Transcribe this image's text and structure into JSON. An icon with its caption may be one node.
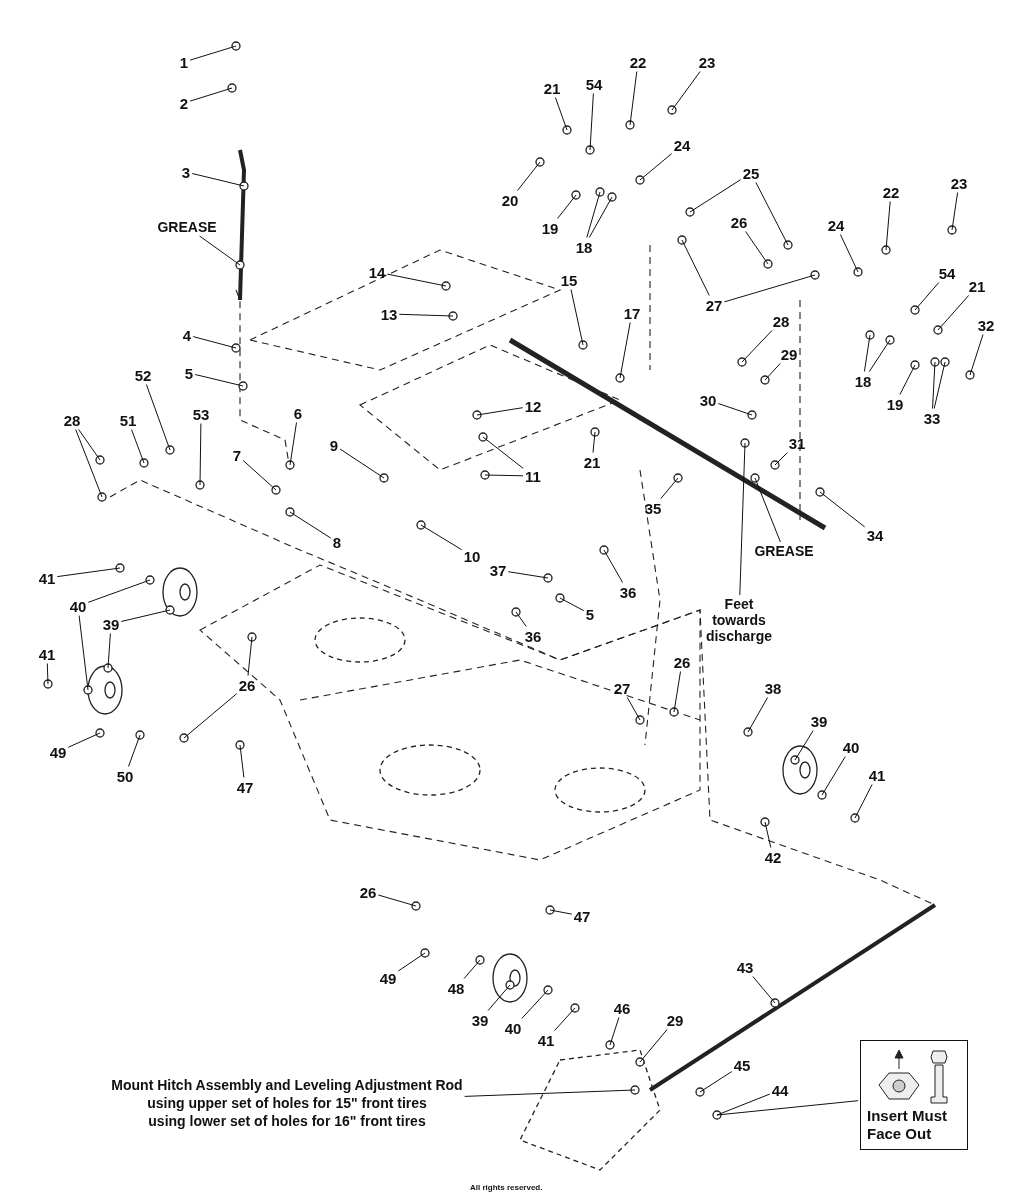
{
  "diagram": {
    "nodes": [
      {
        "text": [
          "1"
        ]
      },
      {
        "text": [
          "2"
        ]
      },
      {
        "text": [
          "3"
        ]
      },
      {
        "text": [
          "GREASE"
        ]
      },
      {
        "text": [
          "4"
        ]
      },
      {
        "text": [
          "5"
        ]
      },
      {
        "text": [
          "52"
        ]
      },
      {
        "text": [
          "28"
        ]
      },
      {
        "text": [
          "51"
        ]
      },
      {
        "text": [
          "53"
        ]
      },
      {
        "text": [
          "6"
        ]
      },
      {
        "text": [
          "7"
        ]
      },
      {
        "text": [
          "8"
        ]
      },
      {
        "text": [
          "9"
        ]
      },
      {
        "text": [
          "10"
        ]
      },
      {
        "text": [
          "14"
        ]
      },
      {
        "text": [
          "13"
        ]
      },
      {
        "text": [
          "12"
        ]
      },
      {
        "text": [
          "11"
        ]
      },
      {
        "text": [
          "15"
        ]
      },
      {
        "text": [
          "17"
        ]
      },
      {
        "text": [
          "20"
        ]
      },
      {
        "text": [
          "21"
        ]
      },
      {
        "text": [
          "54"
        ]
      },
      {
        "text": [
          "22"
        ]
      },
      {
        "text": [
          "23"
        ]
      },
      {
        "text": [
          "24"
        ]
      },
      {
        "text": [
          "19"
        ]
      },
      {
        "text": [
          "18"
        ]
      },
      {
        "text": [
          "25"
        ]
      },
      {
        "text": [
          "26"
        ]
      },
      {
        "text": [
          "27"
        ]
      },
      {
        "text": [
          "22"
        ]
      },
      {
        "text": [
          "23"
        ]
      },
      {
        "text": [
          "24"
        ]
      },
      {
        "text": [
          "54"
        ]
      },
      {
        "text": [
          "21"
        ]
      },
      {
        "text": [
          "32"
        ]
      },
      {
        "text": [
          "18"
        ]
      },
      {
        "text": [
          "19"
        ]
      },
      {
        "text": [
          "33"
        ]
      },
      {
        "text": [
          "28"
        ]
      },
      {
        "text": [
          "29"
        ]
      },
      {
        "text": [
          "30"
        ]
      },
      {
        "text": [
          "21"
        ]
      },
      {
        "text": [
          "31"
        ]
      },
      {
        "text": [
          "35"
        ]
      },
      {
        "text": [
          "GREASE"
        ]
      },
      {
        "text": [
          "34"
        ]
      },
      {
        "text": [
          "Feet towards discharge"
        ]
      },
      {
        "text": [
          "37"
        ]
      },
      {
        "text": [
          "36"
        ]
      },
      {
        "text": [
          "5"
        ]
      },
      {
        "text": [
          "36"
        ]
      },
      {
        "text": [
          "41"
        ]
      },
      {
        "text": [
          "40"
        ]
      },
      {
        "text": [
          "39"
        ]
      },
      {
        "text": [
          "41"
        ]
      },
      {
        "text": [
          "49"
        ]
      },
      {
        "text": [
          "50"
        ]
      },
      {
        "text": [
          "26"
        ]
      },
      {
        "text": [
          "47"
        ]
      },
      {
        "text": [
          "27"
        ]
      },
      {
        "text": [
          "26"
        ]
      },
      {
        "text": [
          "38"
        ]
      },
      {
        "text": [
          "39"
        ]
      },
      {
        "text": [
          "40"
        ]
      },
      {
        "text": [
          "41"
        ]
      },
      {
        "text": [
          "42"
        ]
      },
      {
        "text": [
          "26"
        ]
      },
      {
        "text": [
          "47"
        ]
      },
      {
        "text": [
          "49"
        ]
      },
      {
        "text": [
          "48"
        ]
      },
      {
        "text": [
          "39"
        ]
      },
      {
        "text": [
          "40"
        ]
      },
      {
        "text": [
          "41"
        ]
      },
      {
        "text": [
          "46"
        ]
      },
      {
        "text": [
          "29"
        ]
      },
      {
        "text": [
          "43"
        ]
      },
      {
        "text": [
          "45"
        ]
      },
      {
        "text": [
          "44"
        ]
      },
      {
        "text": [
          "Insert Must Face Out"
        ]
      },
      {
        "text": [
          "Mount Hitch Assembly and Leveling Adjustment Rod",
          "using upper set of holes for 15\" front tires",
          "using lower set of holes for 16\" front tires"
        ]
      }
    ],
    "edges": [
      {
        "from": 0,
        "to": null,
        "arrow": "none"
      },
      {
        "from": 1,
        "to": null,
        "arrow": "none"
      },
      {
        "from": 2,
        "to": null,
        "arrow": "none"
      },
      {
        "from": 3,
        "to": null,
        "arrow": "none"
      },
      {
        "from": 4,
        "to": null,
        "arrow": "none"
      },
      {
        "from": 5,
        "to": null,
        "arrow": "none"
      },
      {
        "from": 6,
        "to": null,
        "arrow": "none"
      },
      {
        "from": 7,
        "to": null,
        "arrow": "none"
      },
      {
        "from": 7,
        "to": null,
        "arrow": "none"
      },
      {
        "from": 8,
        "to": null,
        "arrow": "none"
      },
      {
        "from": 9,
        "to": null,
        "arrow": "none"
      },
      {
        "from": 10,
        "to": null,
        "arrow": "none"
      },
      {
        "from": 11,
        "to": null,
        "arrow": "none"
      },
      {
        "from": 12,
        "to": null,
        "arrow": "none"
      },
      {
        "from": 13,
        "to": null,
        "arrow": "none"
      },
      {
        "from": 14,
        "to": null,
        "arrow": "none"
      },
      {
        "from": 15,
        "to": null,
        "arrow": "none"
      },
      {
        "from": 16,
        "to": null,
        "arrow": "none"
      },
      {
        "from": 17,
        "to": null,
        "arrow": "none"
      },
      {
        "from": 18,
        "to": null,
        "arrow": "none"
      },
      {
        "from": 18,
        "to": null,
        "arrow": "none"
      },
      {
        "from": 19,
        "to": null,
        "arrow": "none"
      },
      {
        "from": 20,
        "to": null,
        "arrow": "none"
      },
      {
        "from": 21,
        "to": null,
        "arrow": "none"
      },
      {
        "from": 22,
        "to": null,
        "arrow": "none"
      },
      {
        "from": 23,
        "to": null,
        "arrow": "none"
      },
      {
        "from": 24,
        "to": null,
        "arrow": "none"
      },
      {
        "from": 25,
        "to": null,
        "arrow": "none"
      },
      {
        "from": 26,
        "to": null,
        "arrow": "none"
      },
      {
        "from": 27,
        "to": null,
        "arrow": "none"
      },
      {
        "from": 28,
        "to": null,
        "arrow": "none"
      },
      {
        "from": 28,
        "to": null,
        "arrow": "none"
      },
      {
        "from": 29,
        "to": null,
        "arrow": "none"
      },
      {
        "from": 29,
        "to": null,
        "arrow": "none"
      },
      {
        "from": 30,
        "to": null,
        "arrow": "none"
      },
      {
        "from": 31,
        "to": null,
        "arrow": "none"
      },
      {
        "from": 31,
        "to": null,
        "arrow": "none"
      },
      {
        "from": 32,
        "to": null,
        "arrow": "none"
      },
      {
        "from": 33,
        "to": null,
        "arrow": "none"
      },
      {
        "from": 34,
        "to": null,
        "arrow": "none"
      },
      {
        "from": 35,
        "to": null,
        "arrow": "none"
      },
      {
        "from": 36,
        "to": null,
        "arrow": "none"
      },
      {
        "from": 37,
        "to": null,
        "arrow": "none"
      },
      {
        "from": 38,
        "to": null,
        "arrow": "none"
      },
      {
        "from": 38,
        "to": null,
        "arrow": "none"
      },
      {
        "from": 39,
        "to": null,
        "arrow": "none"
      },
      {
        "from": 40,
        "to": null,
        "arrow": "none"
      },
      {
        "from": 40,
        "to": null,
        "arrow": "none"
      },
      {
        "from": 41,
        "to": null,
        "arrow": "none"
      },
      {
        "from": 42,
        "to": null,
        "arrow": "none"
      },
      {
        "from": 43,
        "to": null,
        "arrow": "none"
      },
      {
        "from": 44,
        "to": null,
        "arrow": "none"
      },
      {
        "from": 45,
        "to": null,
        "arrow": "none"
      },
      {
        "from": 46,
        "to": null,
        "arrow": "none"
      },
      {
        "from": 47,
        "to": null,
        "arrow": "none"
      },
      {
        "from": 48,
        "to": null,
        "arrow": "none"
      },
      {
        "from": 49,
        "to": null,
        "arrow": "none"
      },
      {
        "from": 50,
        "to": null,
        "arrow": "none"
      },
      {
        "from": 51,
        "to": null,
        "arrow": "none"
      },
      {
        "from": 52,
        "to": null,
        "arrow": "none"
      },
      {
        "from": 53,
        "to": null,
        "arrow": "none"
      },
      {
        "from": 54,
        "to": null,
        "arrow": "none"
      },
      {
        "from": 55,
        "to": null,
        "arrow": "none"
      },
      {
        "from": 55,
        "to": null,
        "arrow": "none"
      },
      {
        "from": 56,
        "to": null,
        "arrow": "none"
      },
      {
        "from": 56,
        "to": null,
        "arrow": "none"
      },
      {
        "from": 57,
        "to": null,
        "arrow": "none"
      },
      {
        "from": 58,
        "to": null,
        "arrow": "none"
      },
      {
        "from": 59,
        "to": null,
        "arrow": "none"
      },
      {
        "from": 60,
        "to": null,
        "arrow": "none"
      },
      {
        "from": 60,
        "to": null,
        "arrow": "none"
      },
      {
        "from": 61,
        "to": null,
        "arrow": "none"
      },
      {
        "from": 62,
        "to": null,
        "arrow": "none"
      },
      {
        "from": 63,
        "to": null,
        "arrow": "none"
      },
      {
        "from": 64,
        "to": null,
        "arrow": "none"
      },
      {
        "from": 65,
        "to": null,
        "arrow": "none"
      },
      {
        "from": 66,
        "to": null,
        "arrow": "none"
      },
      {
        "from": 67,
        "to": null,
        "arrow": "none"
      },
      {
        "from": 68,
        "to": null,
        "arrow": "none"
      },
      {
        "from": 69,
        "to": null,
        "arrow": "none"
      },
      {
        "from": 70,
        "to": null,
        "arrow": "none"
      },
      {
        "from": 71,
        "to": null,
        "arrow": "none"
      },
      {
        "from": 72,
        "to": null,
        "arrow": "none"
      },
      {
        "from": 73,
        "to": null,
        "arrow": "none"
      },
      {
        "from": 74,
        "to": null,
        "arrow": "none"
      },
      {
        "from": 75,
        "to": null,
        "arrow": "none"
      },
      {
        "from": 76,
        "to": null,
        "arrow": "none"
      },
      {
        "from": 77,
        "to": null,
        "arrow": "none"
      },
      {
        "from": 78,
        "to": null,
        "arrow": "none"
      },
      {
        "from": 79,
        "to": null,
        "arrow": "none"
      },
      {
        "from": 80,
        "to": null,
        "arrow": "none"
      },
      {
        "from": 81,
        "to": null,
        "arrow": "none"
      },
      {
        "from": 82,
        "to": null,
        "arrow": "none"
      }
    ],
    "labels": [
      "All rights reserved."
    ]
  }
}
